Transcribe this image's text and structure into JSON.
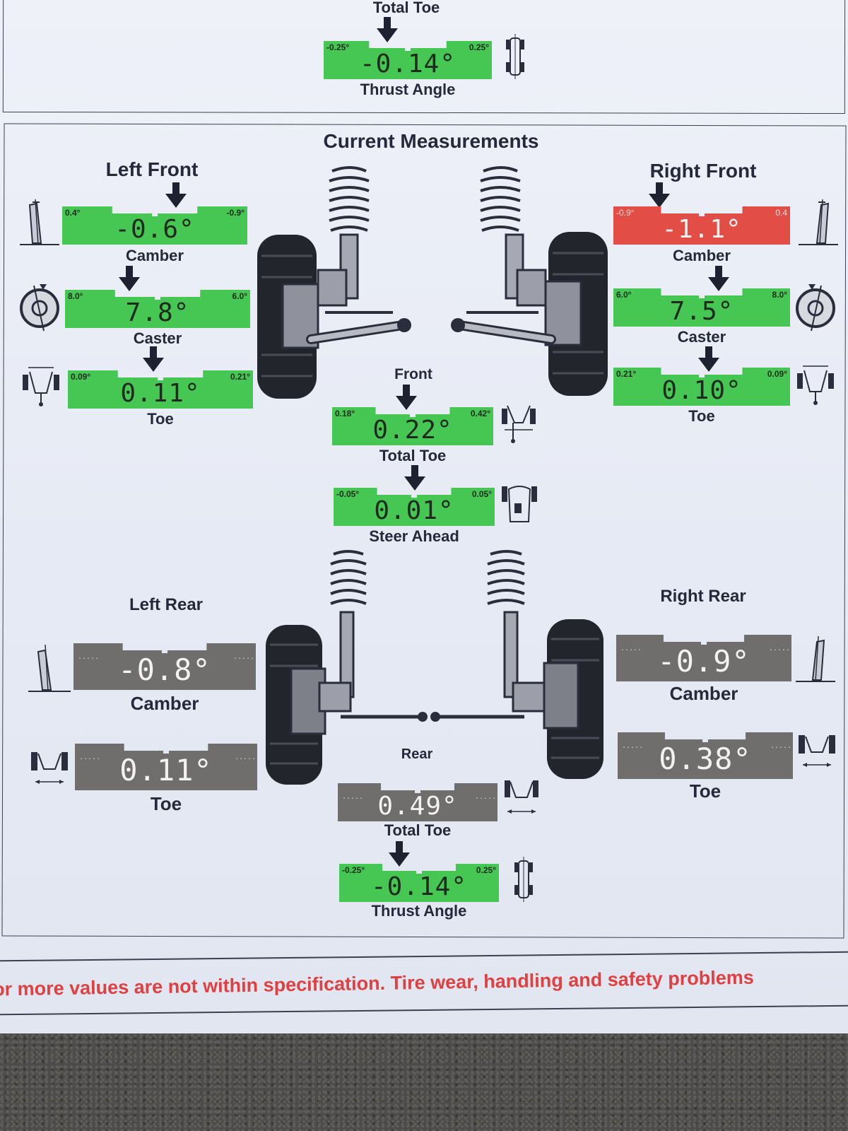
{
  "colors": {
    "ok": "#46c653",
    "bad": "#e24d45",
    "na": "#6f6e6c"
  },
  "top": {
    "total_toe_label": "Total Toe",
    "thrust": {
      "min": "-0.25°",
      "max": "0.25°",
      "value": "-0.14°",
      "label": "Thrust Angle",
      "status": "ok"
    }
  },
  "title": "Current Measurements",
  "left_front": {
    "heading": "Left Front",
    "camber": {
      "min": "0.4°",
      "max": "-0.9°",
      "value": "-0.6°",
      "label": "Camber",
      "status": "ok"
    },
    "caster": {
      "min": "8.0°",
      "max": "6.0°",
      "value": "7.8°",
      "label": "Caster",
      "status": "ok"
    },
    "toe": {
      "min": "0.09°",
      "max": "0.21°",
      "value": "0.11°",
      "label": "Toe",
      "status": "ok"
    }
  },
  "right_front": {
    "heading": "Right Front",
    "camber": {
      "min": "-0.9°",
      "max": "0.4",
      "value": "-1.1°",
      "label": "Camber",
      "status": "bad"
    },
    "caster": {
      "min": "6.0°",
      "max": "8.0°",
      "value": "7.5°",
      "label": "Caster",
      "status": "ok"
    },
    "toe": {
      "min": "0.21°",
      "max": "0.09°",
      "value": "0.10°",
      "label": "Toe",
      "status": "ok"
    }
  },
  "front": {
    "heading": "Front",
    "total_toe": {
      "min": "0.18°",
      "max": "0.42°",
      "value": "0.22°",
      "label": "Total Toe",
      "status": "ok"
    },
    "steer_ahead": {
      "min": "-0.05°",
      "max": "0.05°",
      "value": "0.01°",
      "label": "Steer Ahead",
      "status": "ok"
    }
  },
  "left_rear": {
    "heading": "Left Rear",
    "camber": {
      "value": "-0.8°",
      "label": "Camber",
      "status": "na"
    },
    "toe": {
      "value": "0.11°",
      "label": "Toe",
      "status": "na"
    }
  },
  "right_rear": {
    "heading": "Right Rear",
    "camber": {
      "value": "-0.9°",
      "label": "Camber",
      "status": "na"
    },
    "toe": {
      "value": "0.38°",
      "label": "Toe",
      "status": "na"
    }
  },
  "rear": {
    "heading": "Rear",
    "total_toe": {
      "value": "0.49°",
      "label": "Total Toe",
      "status": "na"
    },
    "thrust": {
      "min": "-0.25°",
      "max": "0.25°",
      "value": "-0.14°",
      "label": "Thrust Angle",
      "status": "ok"
    }
  },
  "warning": "or more values are not within specification.  Tire wear, handling and safety problems"
}
